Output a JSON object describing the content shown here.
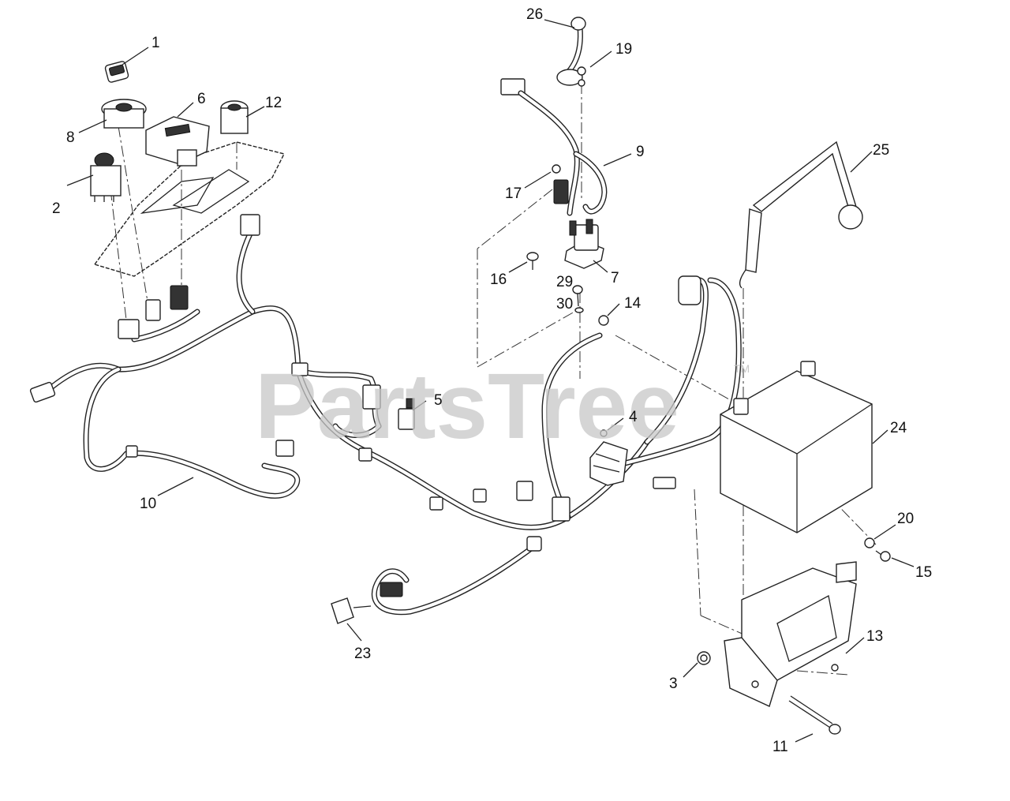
{
  "watermark": {
    "text": "PartsTree",
    "tm": "TM"
  },
  "callouts": [
    {
      "id": "1",
      "label": "1"
    },
    {
      "id": "2",
      "label": "2"
    },
    {
      "id": "3",
      "label": "3"
    },
    {
      "id": "4",
      "label": "4"
    },
    {
      "id": "5",
      "label": "5"
    },
    {
      "id": "6",
      "label": "6"
    },
    {
      "id": "7",
      "label": "7"
    },
    {
      "id": "8",
      "label": "8"
    },
    {
      "id": "9",
      "label": "9"
    },
    {
      "id": "10",
      "label": "10"
    },
    {
      "id": "11",
      "label": "11"
    },
    {
      "id": "12",
      "label": "12"
    },
    {
      "id": "13",
      "label": "13"
    },
    {
      "id": "14",
      "label": "14"
    },
    {
      "id": "15",
      "label": "15"
    },
    {
      "id": "16",
      "label": "16"
    },
    {
      "id": "17",
      "label": "17"
    },
    {
      "id": "19",
      "label": "19"
    },
    {
      "id": "20",
      "label": "20"
    },
    {
      "id": "23",
      "label": "23"
    },
    {
      "id": "24",
      "label": "24"
    },
    {
      "id": "25",
      "label": "25"
    },
    {
      "id": "26",
      "label": "26"
    },
    {
      "id": "29",
      "label": "29"
    },
    {
      "id": "30",
      "label": "30"
    }
  ]
}
